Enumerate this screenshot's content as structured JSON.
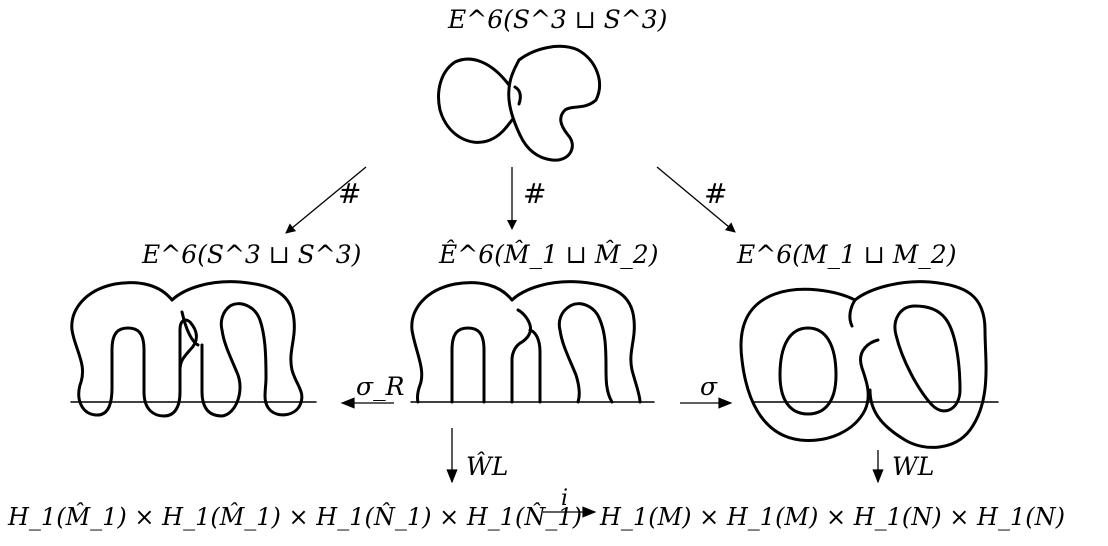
{
  "top_label": "E^6(S^3 ⊔ S^3)",
  "left_label": "E^6(S^3 ⊔ S^3)",
  "center_label": "Ê^6(M̂_1 ⊔ M̂_2)",
  "right_label": "E^6(M_1 ⊔ M_2)",
  "arrow_labels": {
    "left_hash": "#",
    "center_hash": "#",
    "right_hash": "#",
    "sigma_R": "σ_R",
    "sigma": "σ",
    "whl": "ŴL",
    "wl": "WL",
    "i": "i"
  },
  "bottom_left": "H_1(M̂_1) × H_1(M̂_1) × H_1(N̂_1) × H_1(N̂_1)",
  "bottom_right": "H_1(M) × H_1(M) × H_1(N) × H_1(N)",
  "colors": {
    "ink": "#000000",
    "background": "#ffffff"
  }
}
